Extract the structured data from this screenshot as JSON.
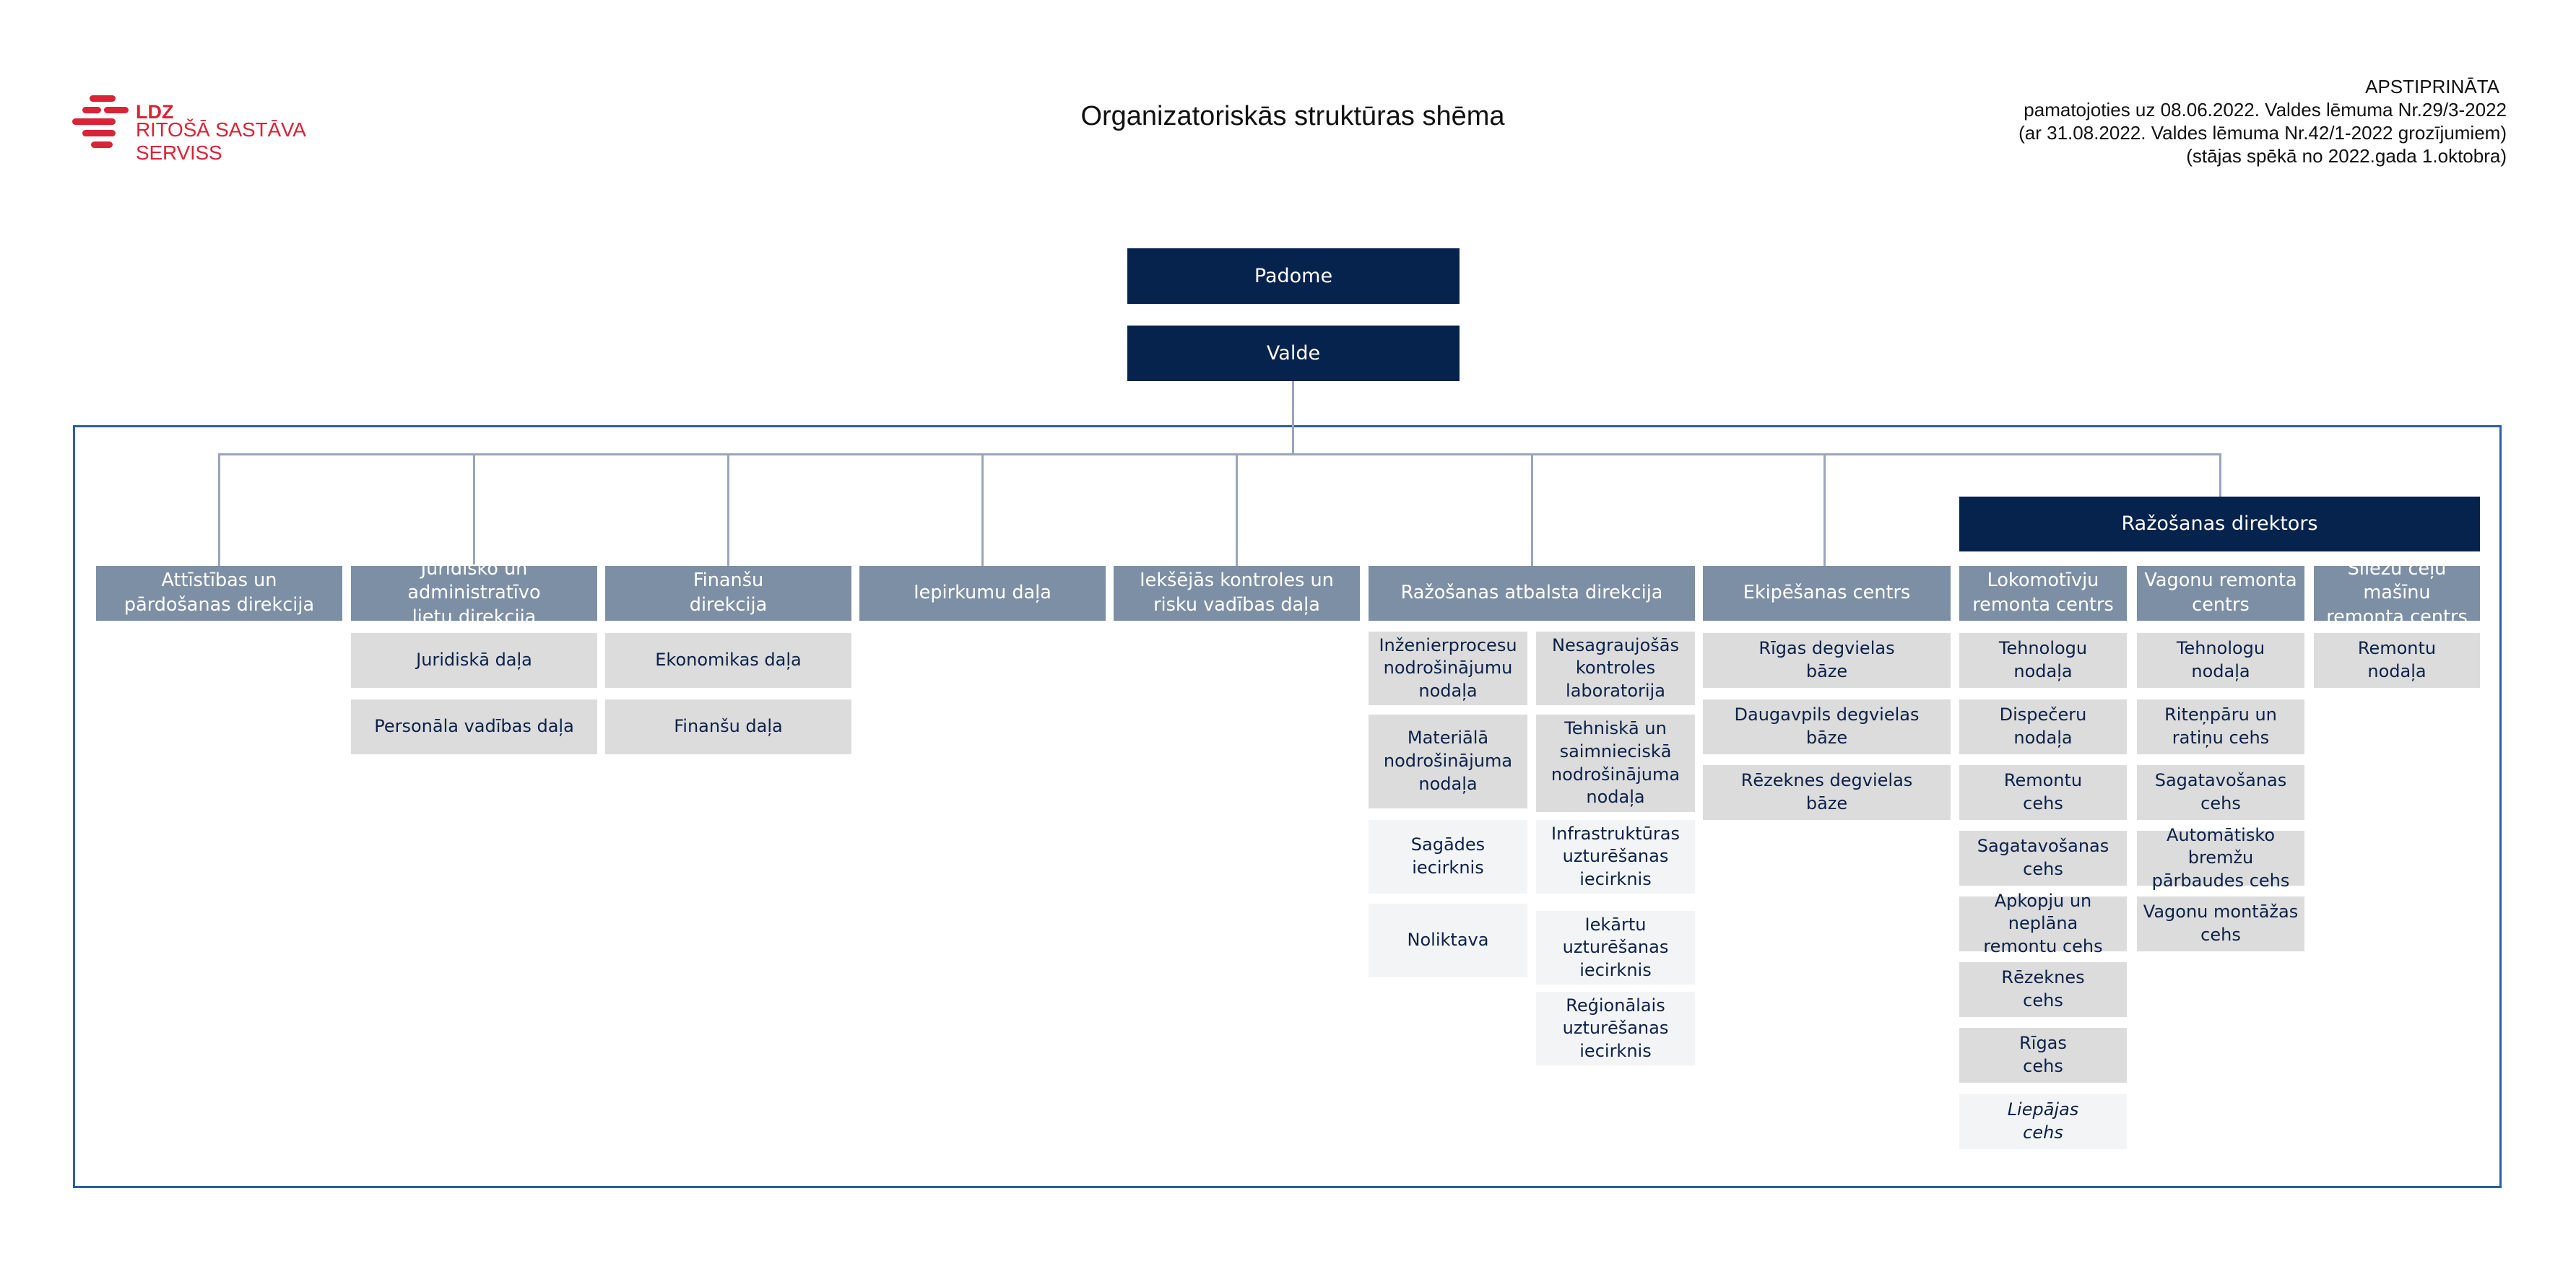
{
  "logo": {
    "abbr": "LDZ",
    "name": "RITOŠĀ SASTĀVA SERVISS",
    "color": "#d92337"
  },
  "title": "Organizatoriskās struktūras shēma",
  "approval": {
    "heading": "APSTIPRINĀTA",
    "line1": "pamatojoties uz 08.06.2022. Valdes lēmuma Nr.29/3-2022",
    "line2": "(ar 31.08.2022. Valdes lēmuma Nr.42/1-2022 grozījumiem)",
    "line3": "(stājas spēkā no 2022.gada 1.oktobra)"
  },
  "colors": {
    "dark_box": "#06234e",
    "header_box": "#7d8fa4",
    "unit_box": "#dcdcdc",
    "light_box": "#f3f4f5",
    "connector": "#9aa5bd",
    "frame": "#2d5fa1"
  },
  "top": {
    "council": "Padome",
    "board": "Valde",
    "production_director": "Ražošanas direktors"
  },
  "divisions": [
    {
      "name": "Attīstības un\npārdošanas direkcija",
      "units": []
    },
    {
      "name": "Juridisko un administratīvo\nlietu direkcija",
      "units": [
        "Juridiskā daļa",
        "Personāla vadības daļa"
      ]
    },
    {
      "name": "Finanšu\ndirekcija",
      "units": [
        "Ekonomikas daļa",
        "Finanšu daļa"
      ]
    },
    {
      "name": "Iepirkumu daļa",
      "units": []
    },
    {
      "name": "Iekšējās kontroles un\nrisku vadības daļa",
      "units": []
    },
    {
      "name": "Ražošanas atbalsta direkcija",
      "units_left": [
        "Inženierprocesu\nnodrošinājumu\nnodaļa",
        "Materiālā\nnodrošinājuma\nnodaļa",
        "Sagādes\niecirknis",
        "Noliktava"
      ],
      "units_right": [
        "Nesagraujošās\nkontroles\nlaboratorija",
        "Tehniskā un\nsaimnieciskā\nnodrošinājuma\nnodaļa",
        "Infrastruktūras\nuzturēšanas\niecirknis",
        "Iekārtu\nuzturēšanas\niecirknis",
        "Reģionālais\nuzturēšanas\niecirknis"
      ]
    },
    {
      "name": "Ekipēšanas centrs",
      "units": [
        "Rīgas degvielas\nbāze",
        "Daugavpils degvielas\nbāze",
        "Rēzeknes degvielas\nbāze"
      ]
    }
  ],
  "production_centres": [
    {
      "name": "Lokomotīvju\nremonta centrs",
      "units": [
        "Tehnologu\nnodaļa",
        "Dispečeru\nnodaļa",
        "Remontu\ncehs",
        "Sagatavošanas\ncehs",
        "Apkopju un neplāna\nremontu cehs",
        "Rēzeknes\ncehs",
        "Rīgas\ncehs",
        "Liepājas\ncehs"
      ]
    },
    {
      "name": "Vagonu remonta\ncentrs",
      "units": [
        "Tehnologu\nnodaļa",
        "Riteņpāru un\nratiņu cehs",
        "Sagatavošanas\ncehs",
        "Automātisko bremžu\npārbaudes cehs",
        "Vagonu montāžas\ncehs"
      ]
    },
    {
      "name": "Sliežu ceļu mašīnu\nremonta centrs",
      "units": [
        "Remontu\nnodaļa"
      ]
    }
  ]
}
